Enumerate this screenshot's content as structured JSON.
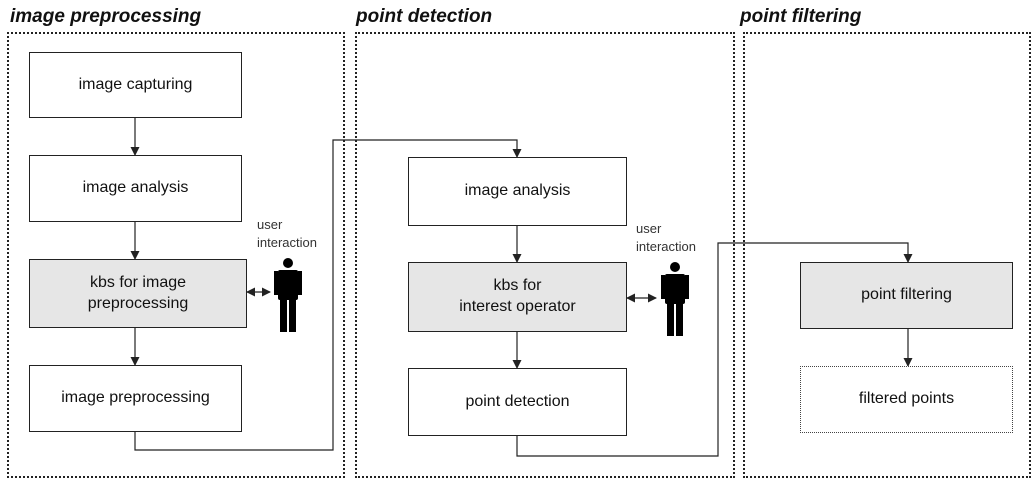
{
  "stages": [
    {
      "title": "image preprocessing"
    },
    {
      "title": "point detection"
    },
    {
      "title": "point filtering"
    }
  ],
  "nodes": {
    "image_capturing": "image capturing",
    "image_analysis_1": "image analysis",
    "kbs_image_preprocessing": "kbs for image\npreprocessing",
    "image_preprocessing": "image preprocessing",
    "image_analysis_2": "image analysis",
    "kbs_interest_operator": "kbs for\ninterest operator",
    "point_detection": "point detection",
    "point_filtering": "point filtering",
    "filtered_points": "filtered points"
  },
  "user_interaction": {
    "label_1": "user\ninteraction",
    "label_2": "user\ninteraction",
    "icon": "person-icon"
  },
  "colors": {
    "kbs_fill": "#e6e6e6",
    "line": "#222222"
  }
}
